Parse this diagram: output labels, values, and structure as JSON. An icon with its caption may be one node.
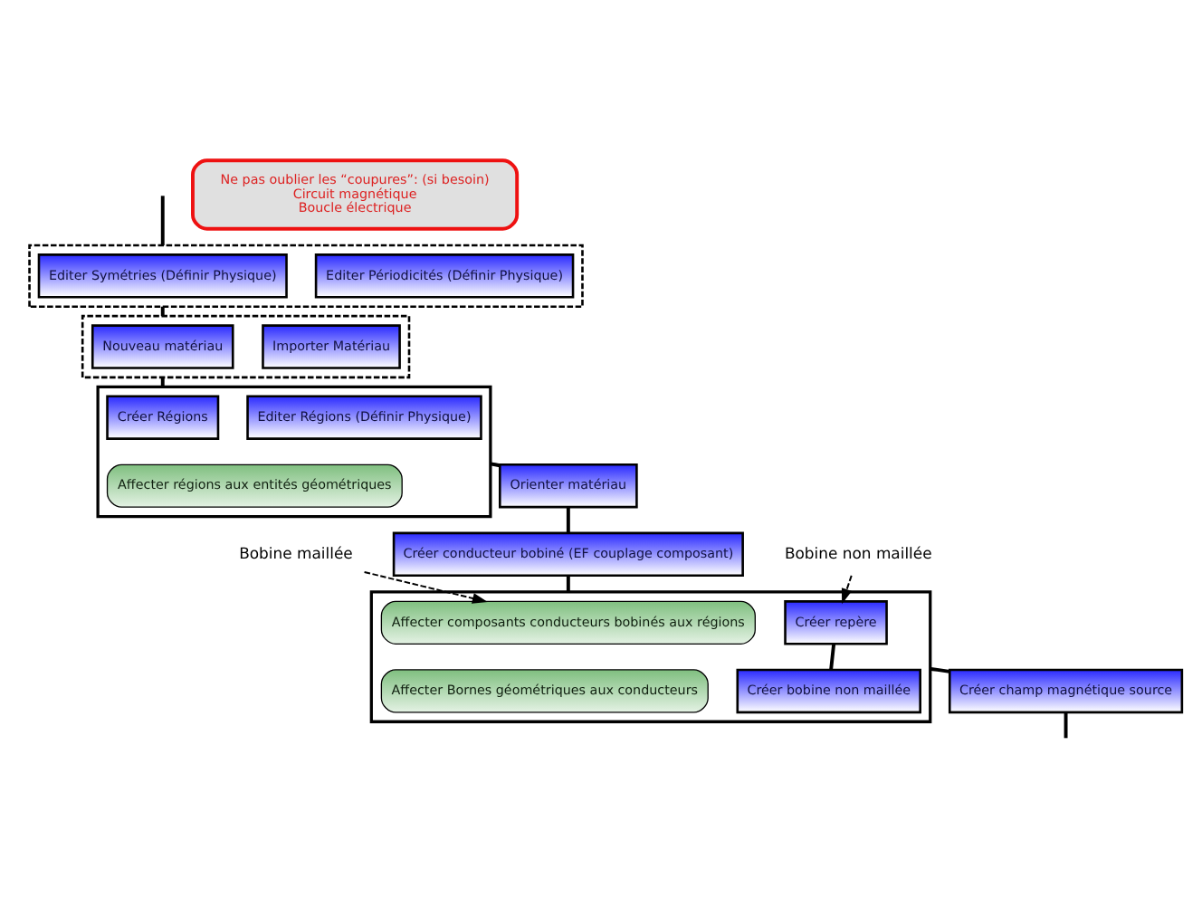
{
  "diagram": {
    "nodes": [
      {
        "text": [],
        "shape": "box"
      },
      {
        "text": [
          "Editer Symétries (Définir Physique)"
        ],
        "in": 0
      },
      {
        "text": [
          "Editer Périodicités (Définir Physique)"
        ],
        "in": 0
      },
      {
        "text": [],
        "shape": "box"
      },
      {
        "text": [
          "Nouveau matériau"
        ],
        "in": 3
      },
      {
        "text": [
          "Importer Matériau"
        ],
        "in": 3
      },
      {
        "text": [],
        "shape": "box"
      },
      {
        "text": [
          "Créer Régions"
        ],
        "in": 6
      },
      {
        "text": [
          "Affecter régions aux entités géométriques"
        ],
        "in": 6
      },
      {
        "text": [
          "Editer Régions (Définir Physique)"
        ],
        "in": 6
      },
      {
        "text": [
          "Orienter matériau"
        ]
      },
      {
        "text": [
          "Créer conducteur bobiné (EF couplage composant)"
        ]
      },
      {
        "text": [],
        "shape": "box"
      },
      {
        "text": [
          "Affecter composants conducteurs bobinés aux régions"
        ],
        "in": 12
      },
      {
        "text": [
          "Affecter Bornes géométriques aux conducteurs"
        ],
        "in": 12
      },
      {
        "text": [
          "Créer repère"
        ],
        "in": 12
      },
      {
        "text": [
          "Créer bobine non maillée"
        ],
        "in": 12
      },
      {
        "text": [
          "Créer champ magnétique source"
        ]
      },
      {
        "text": [
          "Bobine maillée"
        ]
      },
      {
        "text": [
          "Bobine non maillée"
        ]
      },
      {
        "text": [
          "Ne pas oublier les “coupures”: (si besoin)",
          "Circuit magnétique",
          "Boucle électrique"
        ]
      }
    ],
    "edges": [
      {
        "from": null,
        "to": 0,
        "arrow": "none"
      },
      {
        "from": 0,
        "to": 3,
        "arrow": "none"
      },
      {
        "from": 3,
        "to": 6,
        "arrow": "none"
      },
      {
        "from": 6,
        "to": 10,
        "arrow": "none"
      },
      {
        "from": 10,
        "to": 11,
        "arrow": "none"
      },
      {
        "from": 11,
        "to": 12,
        "arrow": "none"
      },
      {
        "from": 15,
        "to": 16,
        "arrow": "none"
      },
      {
        "from": 12,
        "to": 17,
        "arrow": "none"
      },
      {
        "from": 17,
        "to": null,
        "arrow": "none"
      },
      {
        "from": 18,
        "to": 13,
        "arrow": "to",
        "style": "dashed"
      },
      {
        "from": 19,
        "to": 15,
        "arrow": "to",
        "style": "dashed"
      }
    ]
  }
}
